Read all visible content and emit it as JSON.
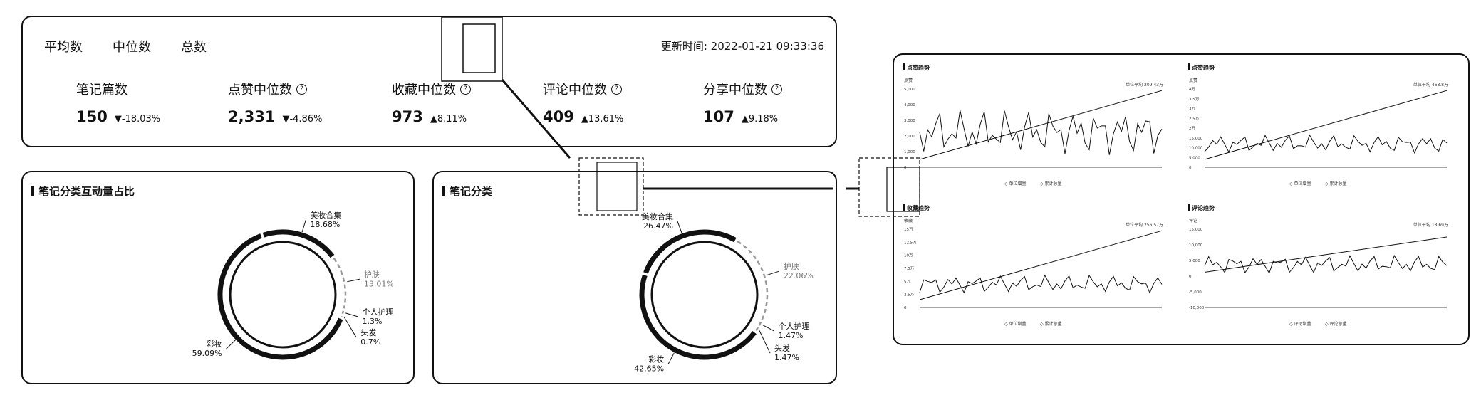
{
  "stats": {
    "tabs": [
      "平均数",
      "中位数",
      "总数"
    ],
    "update_time": "更新时间: 2022-01-21 09:33:36",
    "metrics": [
      {
        "label": "笔记篇数",
        "value": "150",
        "arrow": "▼",
        "change": "-18.03%",
        "help": false
      },
      {
        "label": "点赞中位数",
        "value": "2,331",
        "arrow": "▼",
        "change": "-4.86%",
        "help": true
      },
      {
        "label": "收藏中位数",
        "value": "973",
        "arrow": "▲",
        "change": "8.11%",
        "help": true
      },
      {
        "label": "评论中位数",
        "value": "409",
        "arrow": "▲",
        "change": "13.61%",
        "help": true
      },
      {
        "label": "分享中位数",
        "value": "107",
        "arrow": "▲",
        "change": "9.18%",
        "help": true
      }
    ]
  },
  "interaction_panel": {
    "title": "笔记分类互动量占比",
    "donut": {
      "slices": [
        {
          "name": "彩妆",
          "value": 59.09,
          "display": "59.09%"
        },
        {
          "name": "美妆合集",
          "value": 18.68,
          "display": "18.68%"
        },
        {
          "name": "护肤",
          "value": 13.01,
          "display": "13.01%"
        },
        {
          "name": "个人护理",
          "value": 1.3,
          "display": "1.3%"
        },
        {
          "name": "头发",
          "value": 0.7,
          "display": "0.7%"
        }
      ]
    }
  },
  "category_panel": {
    "title": "笔记分类",
    "donut": {
      "slices": [
        {
          "name": "彩妆",
          "value": 42.65,
          "display": "42.65%"
        },
        {
          "name": "美妆合集",
          "value": 26.47,
          "display": "26.47%"
        },
        {
          "name": "护肤",
          "value": 22.06,
          "display": "22.06%"
        },
        {
          "name": "个人护理",
          "value": 1.47,
          "display": "1.47%"
        },
        {
          "name": "头发",
          "value": 1.47,
          "display": "1.47%"
        }
      ]
    }
  },
  "trend_charts": [
    {
      "title": "点赞趋势",
      "ylabel": "点赞",
      "summary": "单位平均 209.43万",
      "yticks": [
        "5,000",
        "4,000",
        "3,000",
        "2,000",
        "1,000",
        "0"
      ],
      "legend": [
        "单位增量",
        "累计总量"
      ]
    },
    {
      "title": "点赞趋势",
      "ylabel": "点赞",
      "summary": "单位平均 468.8万",
      "yticks": [
        "4万",
        "3.5万",
        "3万",
        "2.5万",
        "2万",
        "15,000",
        "10,000",
        "5,000",
        "0"
      ],
      "legend": [
        "单位增量",
        "累计总量"
      ]
    },
    {
      "title": "收藏趋势",
      "ylabel": "收藏",
      "summary": "单位平均 256.57万",
      "yticks": [
        "15万",
        "12.5万",
        "10万",
        "7.5万",
        "5万",
        "2.5万",
        "0"
      ],
      "legend": [
        "单位增量",
        "累计总量"
      ]
    },
    {
      "title": "评论趋势",
      "ylabel": "评论",
      "summary": "单位平均 18.69万",
      "yticks": [
        "15,000",
        "10,000",
        "5,000",
        "0",
        "-5,000",
        "-10,000"
      ],
      "legend": [
        "评论增量",
        "评论总量"
      ]
    }
  ],
  "colors": {
    "ink": "#111111",
    "light": "#bbbbbb"
  }
}
